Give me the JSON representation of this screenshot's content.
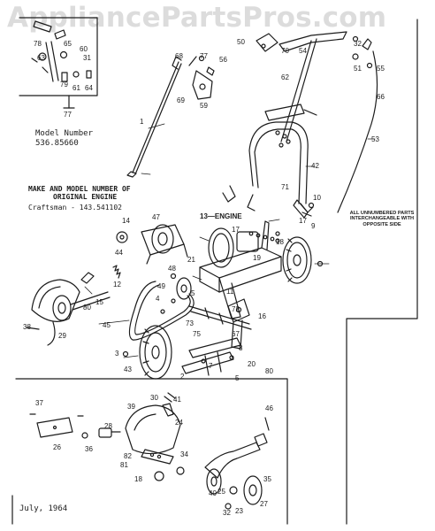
{
  "watermark": "AppliancePartsPros.com",
  "model": {
    "label": "Model Number",
    "number": "536.85660"
  },
  "engine": {
    "heading_line1": "MAKE AND MODEL NUMBER OF",
    "heading_line2": "ORIGINAL ENGINE",
    "value": "Craftsman - 143.541102"
  },
  "engine_label": "13—ENGINE",
  "note": "ALL UNNUMBERED PARTS INTERCHANGEABLE WITH OPPOSITE SIDE",
  "date": "July, 1964",
  "part_numbers": [
    "1",
    "2",
    "3",
    "4",
    "5",
    "7",
    "8",
    "9",
    "10",
    "11",
    "12",
    "13",
    "14",
    "15",
    "16",
    "17",
    "18",
    "19",
    "20",
    "21",
    "23",
    "24",
    "25",
    "26",
    "27",
    "28",
    "29",
    "30",
    "31",
    "32",
    "34",
    "35",
    "36",
    "37",
    "38",
    "39",
    "40",
    "41",
    "42",
    "43",
    "44",
    "45",
    "46",
    "47",
    "48",
    "49",
    "50",
    "51",
    "53",
    "54",
    "55",
    "56",
    "59",
    "60",
    "61",
    "62",
    "63",
    "64",
    "65",
    "66",
    "67",
    "68",
    "69",
    "70",
    "71",
    "72",
    "73",
    "75",
    "77",
    "78",
    "79",
    "80",
    "81",
    "82"
  ],
  "colors": {
    "ink": "#1c1c1c",
    "watermark": "#dcdcdc",
    "background": "#ffffff"
  }
}
